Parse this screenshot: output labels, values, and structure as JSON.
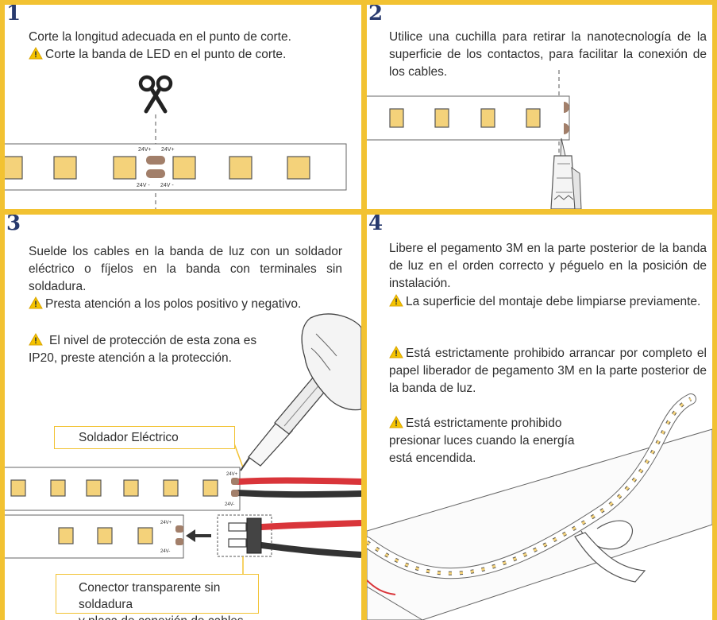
{
  "steps": [
    {
      "number": "1",
      "text": "Corte la longitud adecuada en el punto de corte.",
      "warning": "Corte la banda de LED en el punto de corte.",
      "labels": {
        "pos_left": "24V+",
        "pos_right": "24V+",
        "neg_left": "24V -",
        "neg_right": "24V -"
      }
    },
    {
      "number": "2",
      "text": "Utilice una cuchilla para retirar la nanotecnología de la superficie de los contactos, para facilitar la conexión de los cables."
    },
    {
      "number": "3",
      "text": "Suelde los cables en la banda de luz con un soldador eléctrico o fíjelos en la banda con terminales sin soldadura.",
      "warning1": "Presta atención a los polos positivo y negativo.",
      "warning2": "El nivel de protección de esta zona es IP20, preste atención a la protección.",
      "callout_iron": "Soldador Eléctrico",
      "callout_connector_line1": "Conector transparente sin soldadura",
      "callout_connector_line2": "y placa de conexión de cables.",
      "labels": {
        "pos_a": "24V+",
        "neg_a": "24V-",
        "pos_b": "24V+",
        "neg_b": "24V-"
      }
    },
    {
      "number": "4",
      "text": "Libere el pegamento 3M en la parte posterior de la banda de luz en el orden correcto y péguelo en la posición de instalación.",
      "warning1": "La superficie del montaje debe limpiarse previamente.",
      "warning2": "Está estrictamente prohibido arrancar por completo el papel liberador de pegamento 3M en la parte posterior de la banda de luz.",
      "warning3_line1": "Está estrictamente prohibido",
      "warning3_line2": "presionar luces cuando la energía",
      "warning3_line3": "está encendida."
    }
  ],
  "colors": {
    "frame": "#f2c232",
    "led": "#f4d27a",
    "pad": "#a27f6a",
    "wire_red": "#d9353a",
    "wire_black": "#333333",
    "warning": "#f5c400"
  }
}
